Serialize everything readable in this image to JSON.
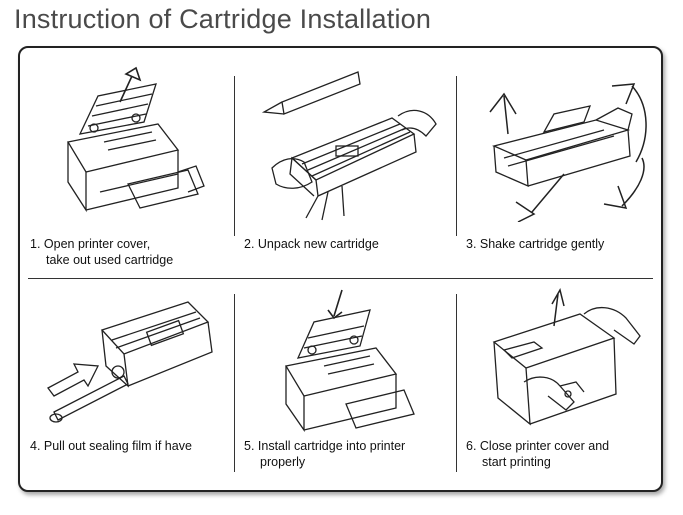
{
  "title": "Instruction of Cartridge Installation",
  "steps": [
    {
      "line1": "1. Open printer cover,",
      "line2": "take out used cartridge",
      "icon": "open-printer-icon"
    },
    {
      "line1": "2. Unpack new cartridge",
      "line2": "",
      "icon": "unpack-cartridge-icon"
    },
    {
      "line1": "3. Shake cartridge gently",
      "line2": "",
      "icon": "shake-cartridge-icon"
    },
    {
      "line1": "4. Pull out sealing film if have",
      "line2": "",
      "icon": "pull-seal-icon"
    },
    {
      "line1": "5. Install cartridge into printer",
      "line2": "properly",
      "icon": "install-cartridge-icon"
    },
    {
      "line1": "6. Close printer cover and",
      "line2": "start printing",
      "icon": "close-cover-icon"
    }
  ]
}
